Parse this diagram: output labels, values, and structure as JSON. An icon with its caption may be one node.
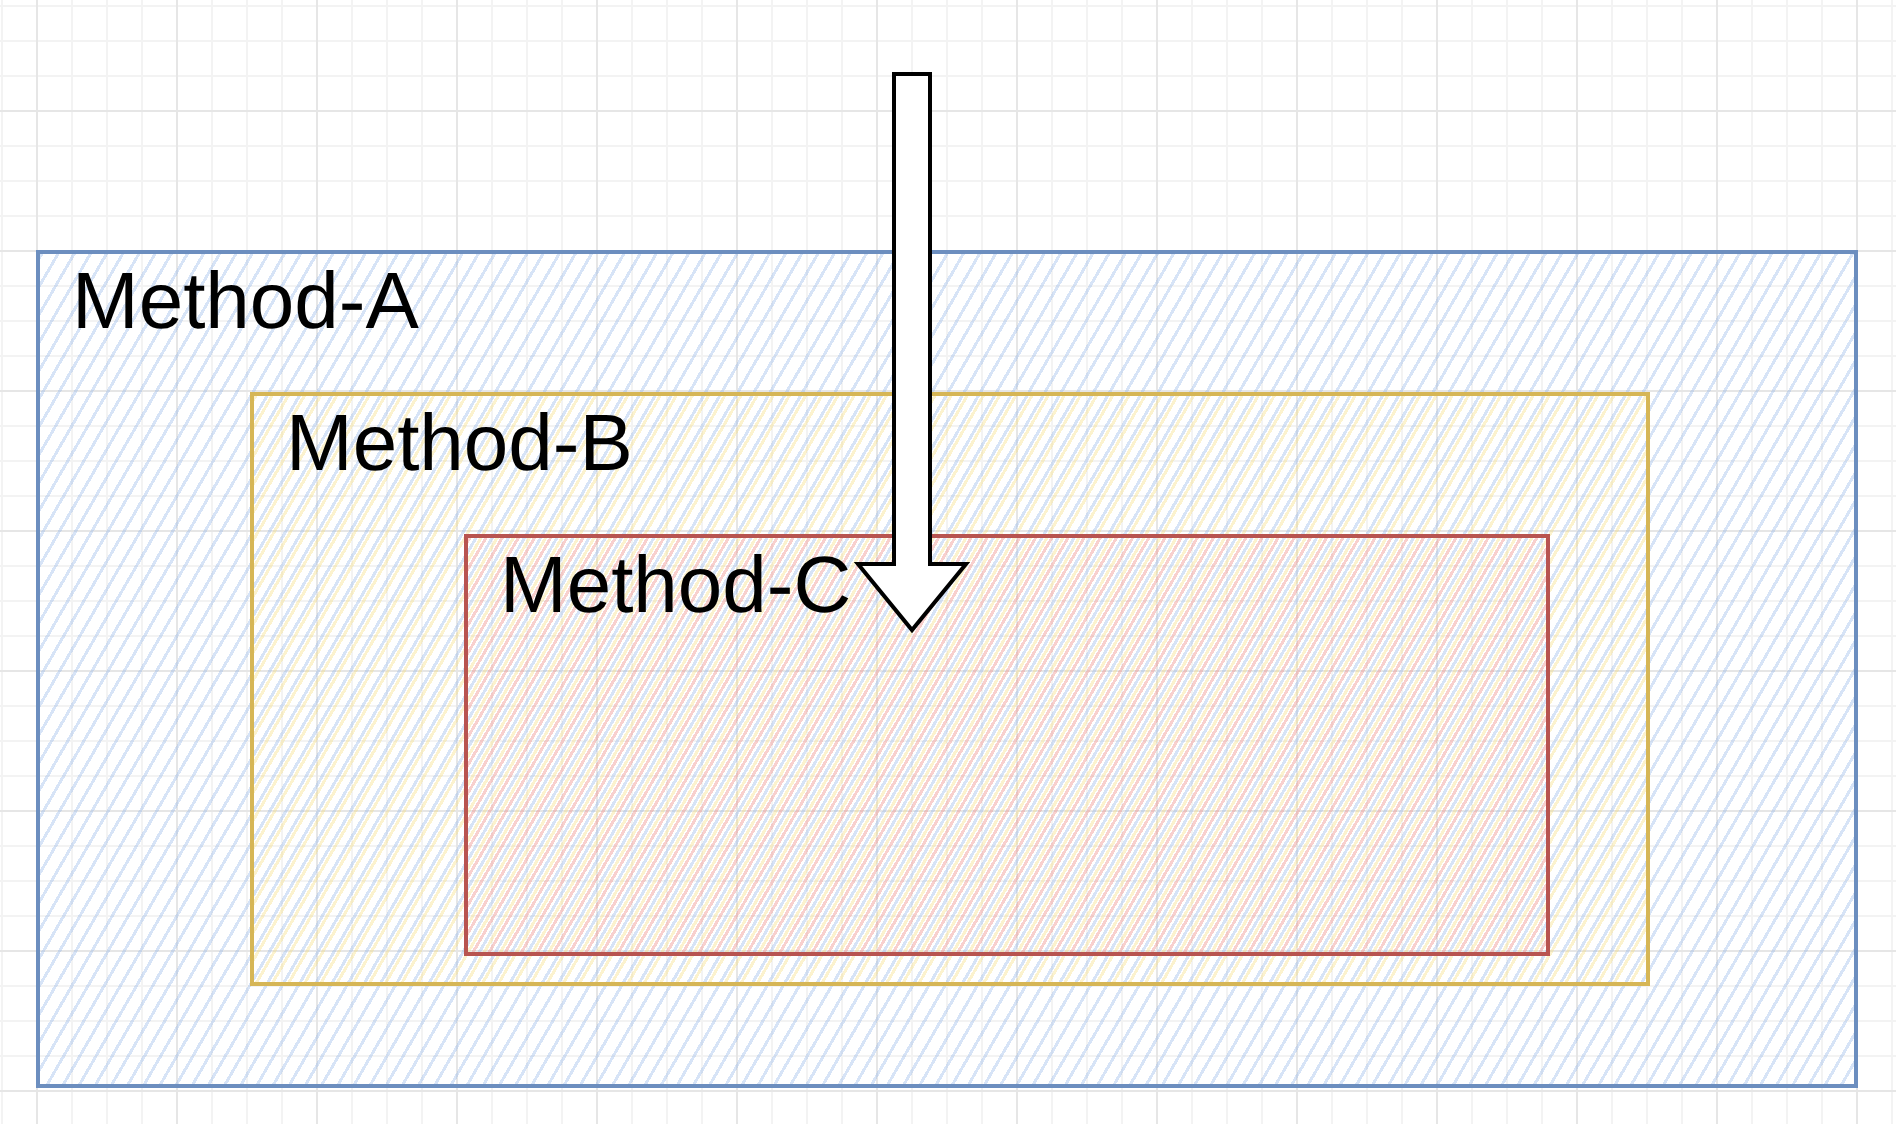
{
  "diagram": {
    "nodes": [
      {
        "text": [
          "Method-A"
        ]
      },
      {
        "text": [
          "Method-B"
        ],
        "in": 0
      },
      {
        "text": [
          "Method-C"
        ],
        "in": 1
      }
    ],
    "edges": [
      {
        "from": null,
        "to": 2,
        "arrow": "to"
      }
    ]
  }
}
